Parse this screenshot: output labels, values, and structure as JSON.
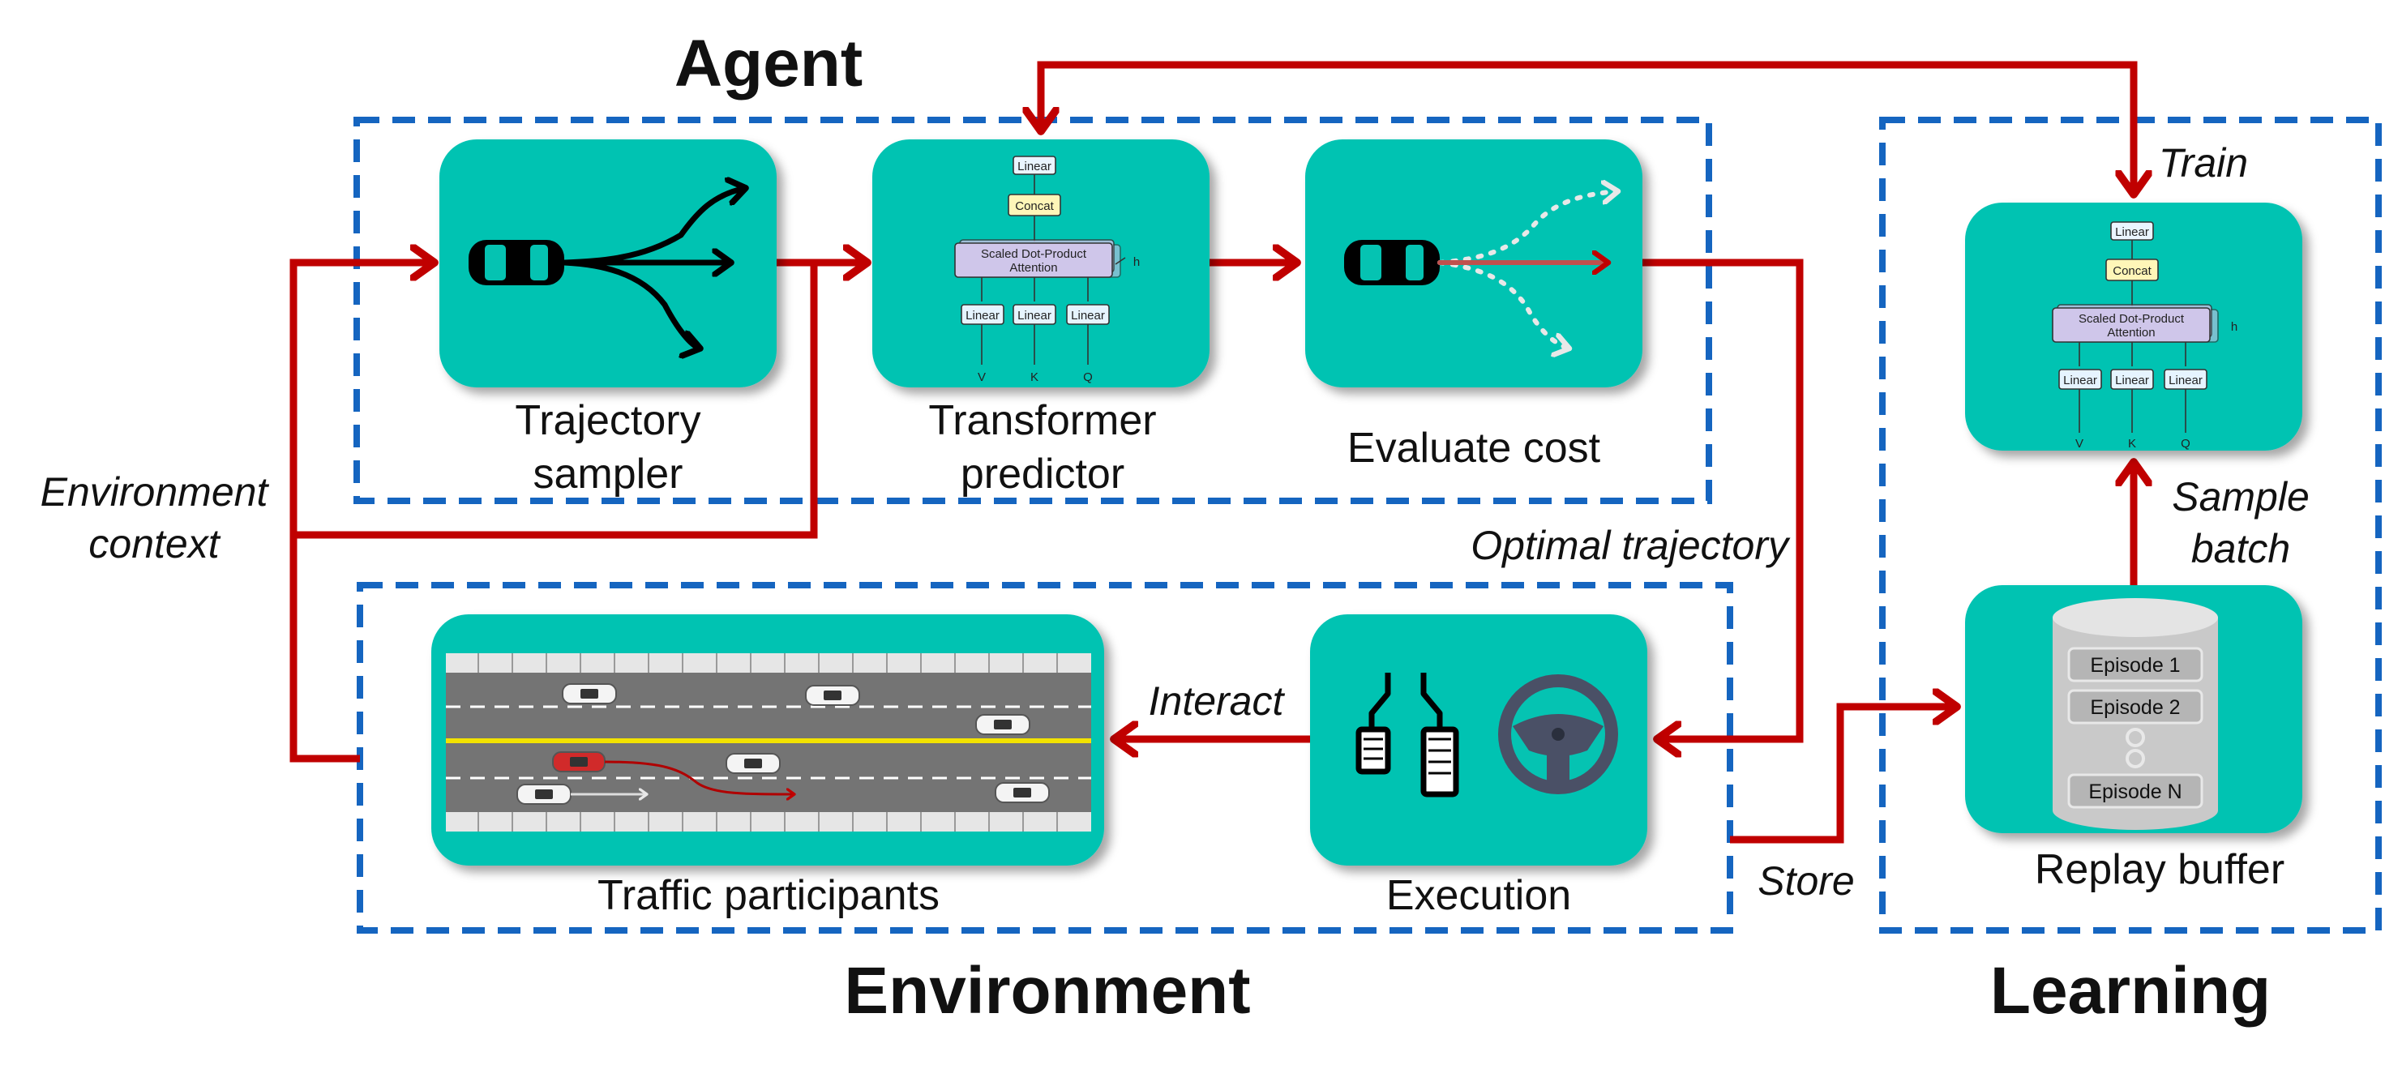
{
  "sections": {
    "agent": "Agent",
    "environment": "Environment",
    "learning": "Learning"
  },
  "boxes": {
    "trajectory_sampler": [
      "Trajectory",
      "sampler"
    ],
    "transformer_predictor": [
      "Transformer",
      "predictor"
    ],
    "evaluate_cost": "Evaluate cost",
    "traffic_participants": "Traffic participants",
    "execution": "Execution",
    "replay_buffer": "Replay buffer"
  },
  "edges": {
    "environment_context": [
      "Environment",
      "context"
    ],
    "optimal_trajectory": "Optimal trajectory",
    "interact": "Interact",
    "store": "Store",
    "train": "Train",
    "sample_batch": [
      "Sample",
      "batch"
    ]
  },
  "attention_block": {
    "linear": "Linear",
    "concat": "Concat",
    "attention": [
      "Scaled Dot-Product",
      "Attention"
    ],
    "head": "h",
    "inputs": [
      "V",
      "K",
      "Q"
    ]
  },
  "replay_episodes": [
    "Episode 1",
    "Episode 2",
    "Episode N"
  ],
  "colors": {
    "teal": "#05C3B2",
    "arrow_red": "#C00000",
    "dash_blue": "#1565C0",
    "road_gray": "#707070",
    "lane_yellow": "#F2E200"
  }
}
